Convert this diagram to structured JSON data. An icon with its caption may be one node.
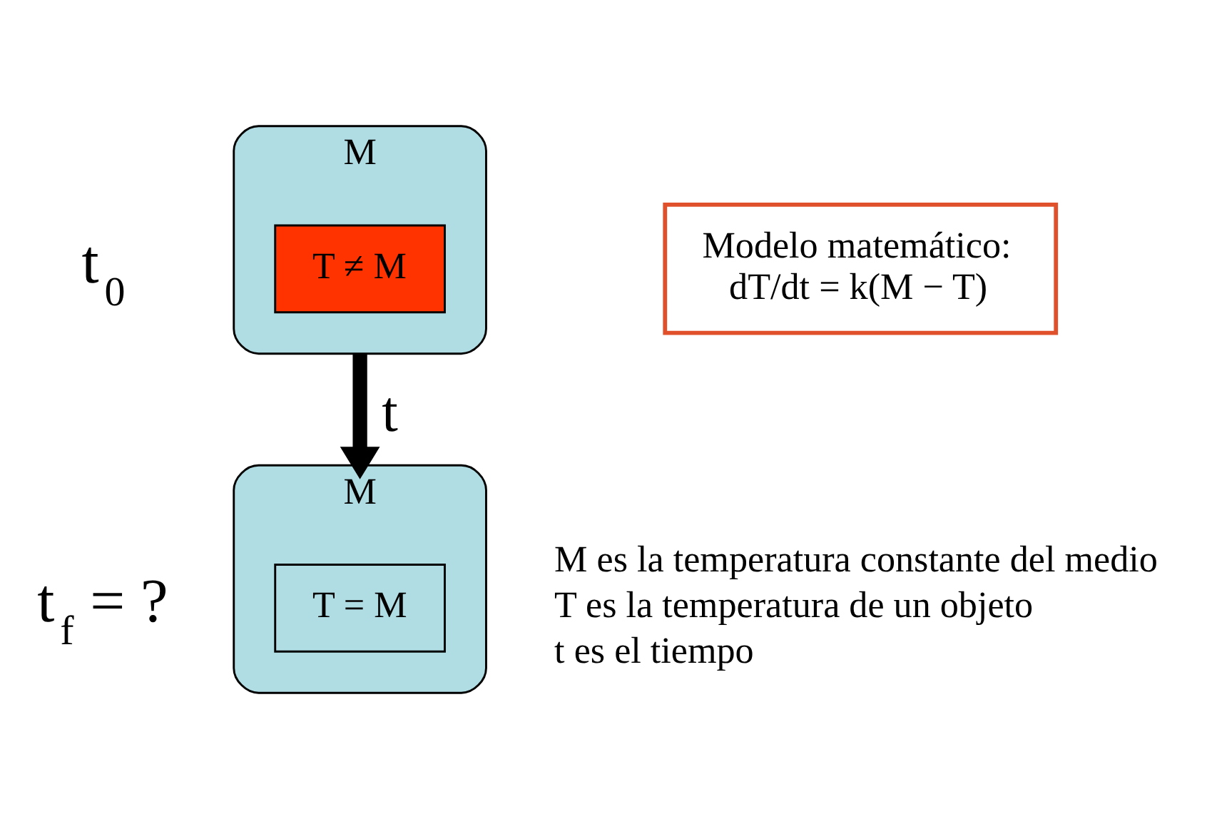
{
  "diagram": {
    "nodes": [
      {
        "text": [
          "M"
        ],
        "beside": [
          "t$_{0}$"
        ]
      },
      {
        "text": [
          "T ≠ M"
        ],
        "in": 0
      },
      {
        "text": [
          "M"
        ],
        "beside": [
          "t$_{f}$ = ?"
        ]
      },
      {
        "text": [
          "T = M"
        ],
        "in": 2
      },
      {
        "text": [
          "Modelo matemático:",
          "dT/dt = k(M − T)"
        ]
      }
    ],
    "edges": [
      {
        "from": 0,
        "to": 2,
        "arrow": "to",
        "label": "t"
      }
    ],
    "labels": [
      "M es la temperatura constante del medio",
      "T es la temperatura de un objeto",
      "t es el tiempo"
    ]
  }
}
